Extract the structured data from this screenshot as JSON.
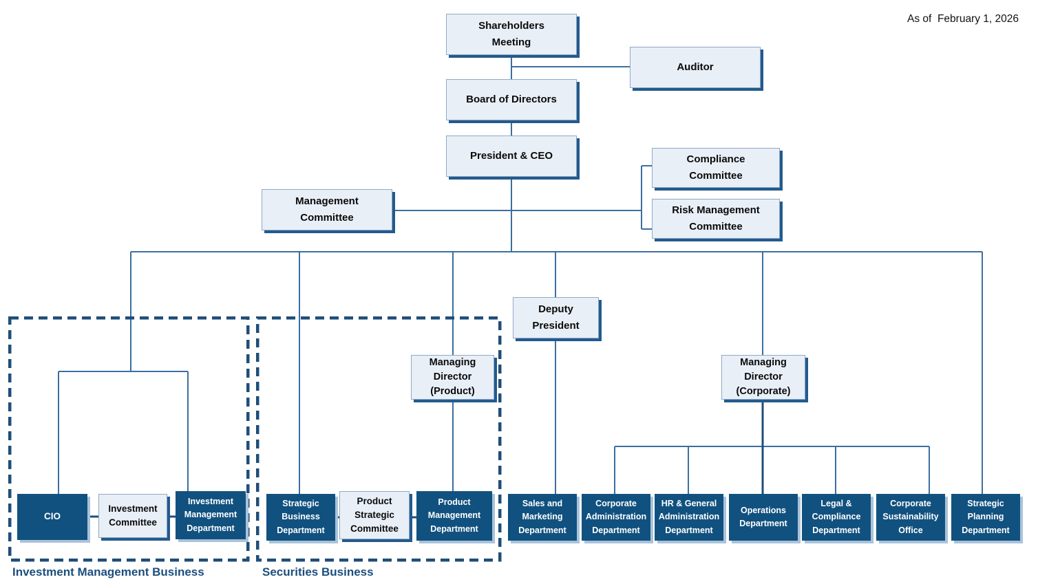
{
  "meta": {
    "as_of_label": "As of  February 1, 2026"
  },
  "colors": {
    "box_dark_fill": "#11517f",
    "box_light_fill": "#e9eff7",
    "box_light_shadow": "#235a8c",
    "box_dark_shadow": "#a9c3da",
    "connector": "#3b6e9f",
    "connector_strong": "#1f4e79",
    "section_accent": "#1c4e7c"
  },
  "nodes": {
    "shareholders_meeting": {
      "label": "Shareholders\nMeeting"
    },
    "auditor": {
      "label": "Auditor"
    },
    "board_of_directors": {
      "label": "Board of Directors"
    },
    "president_ceo": {
      "label": "President & CEO"
    },
    "management_committee": {
      "label": "Management\nCommittee"
    },
    "compliance_committee": {
      "label": "Compliance\nCommittee"
    },
    "risk_management_committee": {
      "label": "Risk Management\nCommittee"
    },
    "deputy_president": {
      "label": "Deputy\nPresident"
    },
    "managing_director_product": {
      "label": "Managing\nDirector\n(Product)"
    },
    "managing_director_corporate": {
      "label": "Managing\nDirector\n(Corporate)"
    },
    "cio": {
      "label": "CIO"
    },
    "investment_committee": {
      "label": "Investment\nCommittee"
    },
    "investment_management_department": {
      "label": "Investment\nManagement\nDepartment"
    },
    "strategic_business_department": {
      "label": "Strategic\nBusiness\nDepartment"
    },
    "product_strategic_committee": {
      "label": "Product\nStrategic\nCommittee"
    },
    "product_management_department": {
      "label": "Product\nManagement\nDepartment"
    },
    "sales_and_marketing_department": {
      "label": "Sales and\nMarketing\nDepartment"
    },
    "corporate_administration_department": {
      "label": "Corporate\nAdministration\nDepartment"
    },
    "hr_general_administration_department": {
      "label": "HR & General\nAdministration\nDepartment"
    },
    "operations_department": {
      "label": "Operations\nDepartment"
    },
    "legal_compliance_department": {
      "label": "Legal &\nCompliance\nDepartment"
    },
    "corporate_sustainability_office": {
      "label": "Corporate\nSustainability\nOffice"
    },
    "strategic_planning_department": {
      "label": "Strategic\nPlanning\nDepartment"
    }
  },
  "sections": {
    "investment_management_business": {
      "label": "Investment Management Business"
    },
    "securities_business": {
      "label": "Securities Business"
    }
  }
}
